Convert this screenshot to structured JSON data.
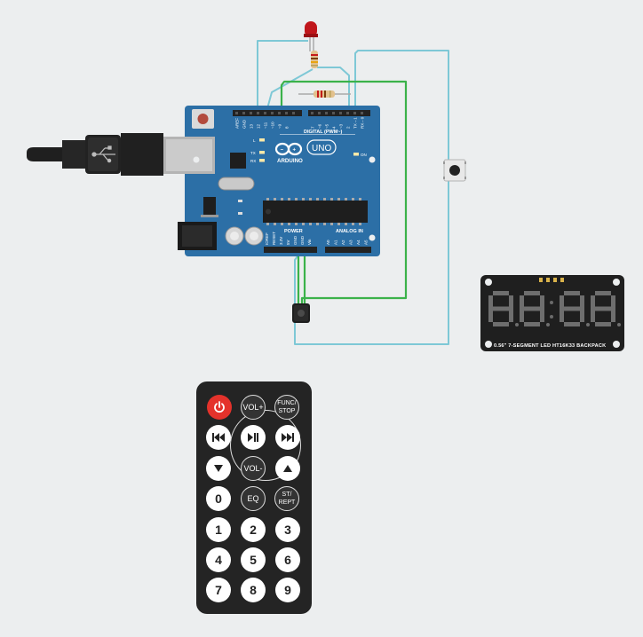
{
  "arduino": {
    "brand": "ARDUINO",
    "model": "UNO",
    "digital_label": "DIGITAL (PWM~)",
    "power_label": "POWER",
    "analog_label": "ANALOG IN",
    "led_l": "L",
    "led_tx": "TX",
    "led_rx": "RX",
    "led_on": "ON",
    "top_pins": [
      "AREF",
      "GND",
      "13",
      "12",
      "~11",
      "~10",
      "~9",
      "8",
      "7",
      "~6",
      "~5",
      "4",
      "~3",
      "2",
      "TX→1",
      "RX←0"
    ],
    "power_pins": [
      "IOREF",
      "RESET",
      "3.3V",
      "5V",
      "GND",
      "GND",
      "Vin"
    ],
    "analog_pins": [
      "A0",
      "A1",
      "A2",
      "A3",
      "A4",
      "A5"
    ]
  },
  "display": {
    "label": "0.56\" 7-SEGMENT LED HT16K33 BACKPACK",
    "digits": [
      "8",
      "8",
      "8",
      "8"
    ]
  },
  "remote": {
    "vol_up": "VOL+",
    "func": "FUNC/\nSTOP",
    "vol_down": "VOL-",
    "eq": "EQ",
    "st_rept": "ST/\nREPT",
    "n0": "0",
    "n1": "1",
    "n2": "2",
    "n3": "3",
    "n4": "4",
    "n5": "5",
    "n6": "6",
    "n7": "7",
    "n8": "8",
    "n9": "9"
  },
  "colors": {
    "board": "#2c6fa6",
    "wire_cyan": "#7ec8d6",
    "wire_green": "#3bb24a",
    "led_red": "#c0161b",
    "power_button": "#e4322b"
  }
}
